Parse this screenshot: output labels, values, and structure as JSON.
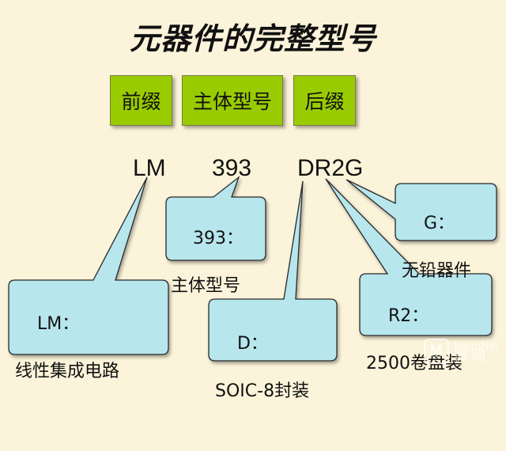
{
  "title": "元器件的完整型号",
  "boxes": {
    "prefix": "前缀",
    "main": "主体型号",
    "suffix": "后缀"
  },
  "part_number": {
    "prefix": "LM",
    "main": "393",
    "suffix": "DR2G"
  },
  "callouts": {
    "main": {
      "line1": "393：",
      "line2": "主体型号"
    },
    "lm": {
      "line1": "LM：",
      "line2": "线性集成电路"
    },
    "d": {
      "line1": "D：",
      "line2": "SOIC-8封装"
    },
    "r2": {
      "line1": "R2：",
      "line2": "2500卷盘装"
    },
    "g": {
      "line1": "G：",
      "line2": "无铅器件"
    }
  },
  "watermark": {
    "mark": "M",
    "en": "MicroNet",
    "zh": "微网"
  },
  "colors": {
    "background": "#fcf4da",
    "green_box": "#99cc00",
    "callout_fill": "#b7e6ed",
    "callout_stroke": "#2a2a2a"
  }
}
